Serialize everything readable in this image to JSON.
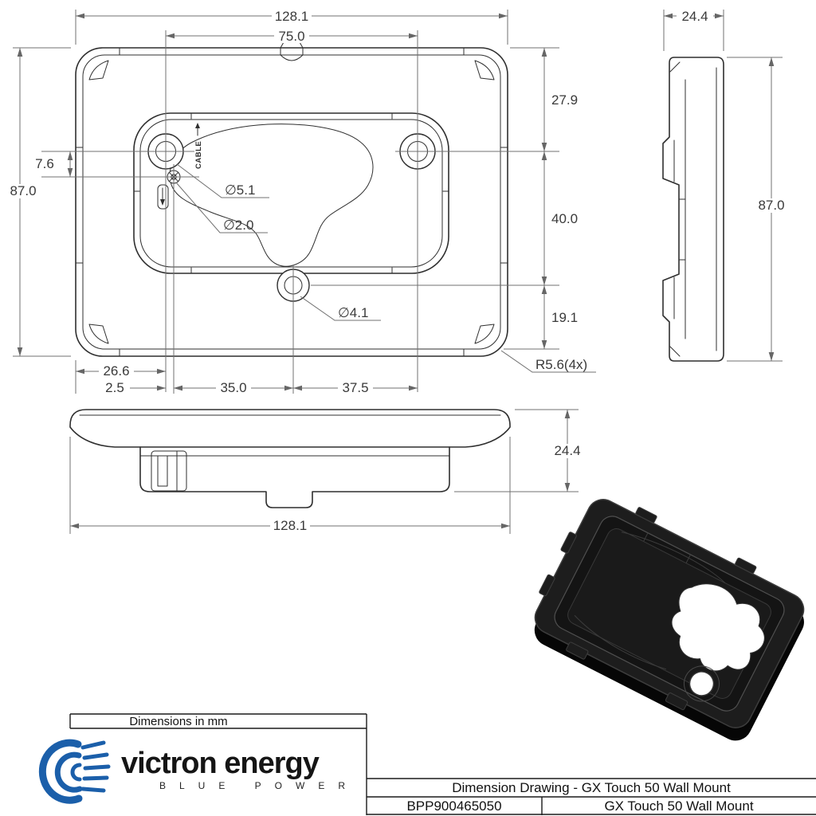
{
  "front": {
    "overall_width": "128.1",
    "hole_spacing": "75.0",
    "overall_height": "87.0",
    "screw_offset_v": "7.6",
    "top_to_holes": "27.9",
    "holes_spacing_v": "40.0",
    "bottom_hole_to_edge": "19.1",
    "hole_dia": "∅5.1",
    "screw_dia": "∅2.0",
    "bottom_hole_dia": "∅4.1",
    "edge_to_hole": "26.6",
    "screw_offset_h": "2.5",
    "hole_to_center": "35.0",
    "center_to_hole": "37.5",
    "corner_radius": "R5.6(4x)",
    "cable": "CABLE"
  },
  "side": {
    "depth": "24.4",
    "height": "87.0"
  },
  "bottom": {
    "depth": "24.4",
    "width": "128.1"
  },
  "title_block": {
    "units": "Dimensions in mm",
    "brand": "victron energy",
    "tagline": "BLUE POWER",
    "doc_title": "Dimension Drawing - GX Touch 50 Wall Mount",
    "part_number": "BPP900465050",
    "part_name": "GX Touch 50 Wall Mount"
  },
  "colors": {
    "brand_blue": "#1b5faa"
  }
}
